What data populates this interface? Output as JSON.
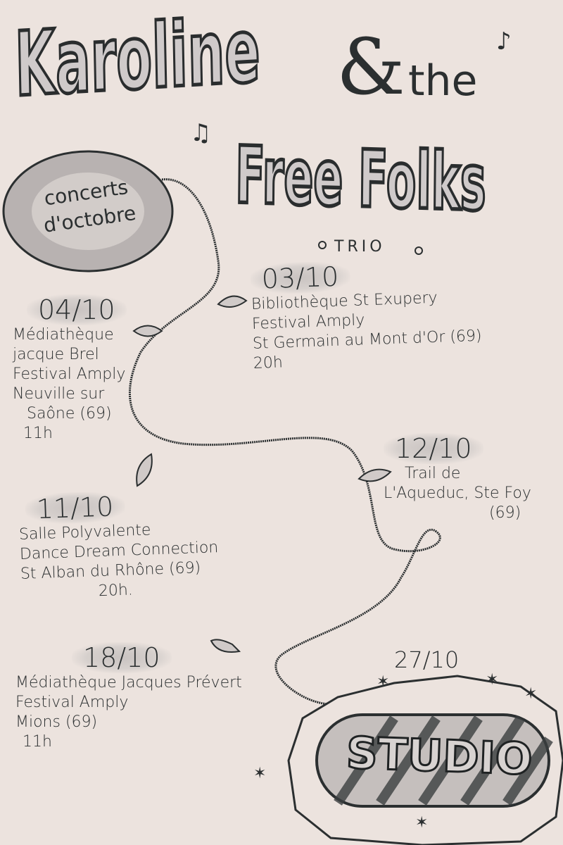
{
  "poster": {
    "title_line1": "Karoline",
    "ampersand": "&",
    "title_the": "the",
    "title_line2": "Free Folks",
    "subtitle": "TRIO",
    "badge": {
      "line1": "concerts",
      "line2": "d'octobre"
    }
  },
  "events": [
    {
      "date": "03/10",
      "lines": [
        "Bibliothèque St Exupery",
        "Festival Amply",
        "St Germain au Mont d'Or (69)",
        "20h"
      ]
    },
    {
      "date": "04/10",
      "lines": [
        "Médiathèque",
        "jacque Brel",
        "Festival Amply",
        "Neuville sur",
        "Saône (69)",
        "11h"
      ]
    },
    {
      "date": "12/10",
      "lines": [
        "Trail de",
        "L'Aqueduc, Ste Foy",
        "(69)"
      ]
    },
    {
      "date": "11/10",
      "lines": [
        "Salle Polyvalente",
        "Dance Dream Connection",
        "St Alban du Rhône (69)",
        "20h."
      ]
    },
    {
      "date": "18/10",
      "lines": [
        "Médiathèque Jacques Prévert",
        "Festival Amply",
        "Mions (69)",
        "11h"
      ]
    },
    {
      "date": "27/10",
      "lines": [
        "STUDIO"
      ]
    }
  ],
  "icons": [
    "music-note-icon",
    "music-notes-icon",
    "leaf-icon",
    "heart-icon",
    "star-icon"
  ],
  "colors": {
    "background": "#ece3de",
    "ink": "#2b2f30",
    "shade": "#c9c3c1"
  }
}
